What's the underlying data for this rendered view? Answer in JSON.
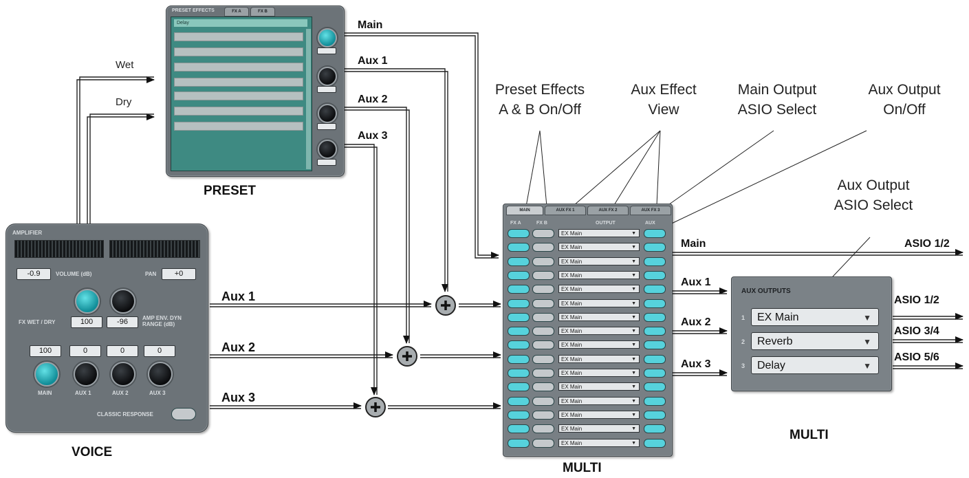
{
  "callouts": {
    "preset_effects": [
      "Preset Effects",
      "A & B On/Off"
    ],
    "aux_effect_view": [
      "Aux Effect",
      "View"
    ],
    "main_output_asio": [
      "Main Output",
      "ASIO Select"
    ],
    "aux_output_onoff": [
      "Aux Output",
      "On/Off"
    ],
    "aux_output_asio": [
      "Aux Output",
      "ASIO Select"
    ]
  },
  "wire_labels": {
    "wet": "Wet",
    "dry": "Dry",
    "preset_main": "Main",
    "preset_aux1": "Aux 1",
    "preset_aux2": "Aux 2",
    "preset_aux3": "Aux 3",
    "voice_aux1": "Aux 1",
    "voice_aux2": "Aux 2",
    "voice_aux3": "Aux 3",
    "multi_main": "Main",
    "multi_aux1": "Aux 1",
    "multi_aux2": "Aux 2",
    "multi_aux3": "Aux 3",
    "asio_main": "ASIO 1/2",
    "asio_aux1": "ASIO 1/2",
    "asio_aux2": "ASIO 3/4",
    "asio_aux3": "ASIO 5/6"
  },
  "captions": {
    "preset": "PRESET",
    "voice": "VOICE",
    "multi_mixer": "MULTI",
    "multi_aux": "MULTI"
  },
  "voice_panel": {
    "header": "AMPLIFIER",
    "volume_value": "-0.9",
    "volume_label": "VOLUME (dB)",
    "pan_label": "PAN",
    "pan_value": "+0",
    "fx_wetdry_label": "FX WET / DRY",
    "fx_wetdry_value": "100",
    "amp_env_value": "-96",
    "amp_env_label": "AMP ENV. DYN RANGE (dB)",
    "send_values": [
      "100",
      "0",
      "0",
      "0"
    ],
    "send_labels": [
      "MAIN",
      "AUX 1",
      "AUX 2",
      "AUX 3"
    ],
    "classic_response": "CLASSIC RESPONSE"
  },
  "preset_panel": {
    "header": "PRESET EFFECTS",
    "tabs": [
      "FX A",
      "FX B"
    ],
    "fx_type": "Delay"
  },
  "multi_panel": {
    "tabs": [
      "MAIN",
      "AUX FX 1",
      "AUX FX 2",
      "AUX FX 3"
    ],
    "headers": [
      "FX A",
      "FX B",
      "OUTPUT",
      "AUX"
    ],
    "output_value": "EX Main",
    "rows": 16
  },
  "aux_outputs": {
    "header": "AUX OUTPUTS",
    "items": [
      {
        "num": "1",
        "value": "EX Main"
      },
      {
        "num": "2",
        "value": "Reverb"
      },
      {
        "num": "3",
        "value": "Delay"
      }
    ]
  }
}
